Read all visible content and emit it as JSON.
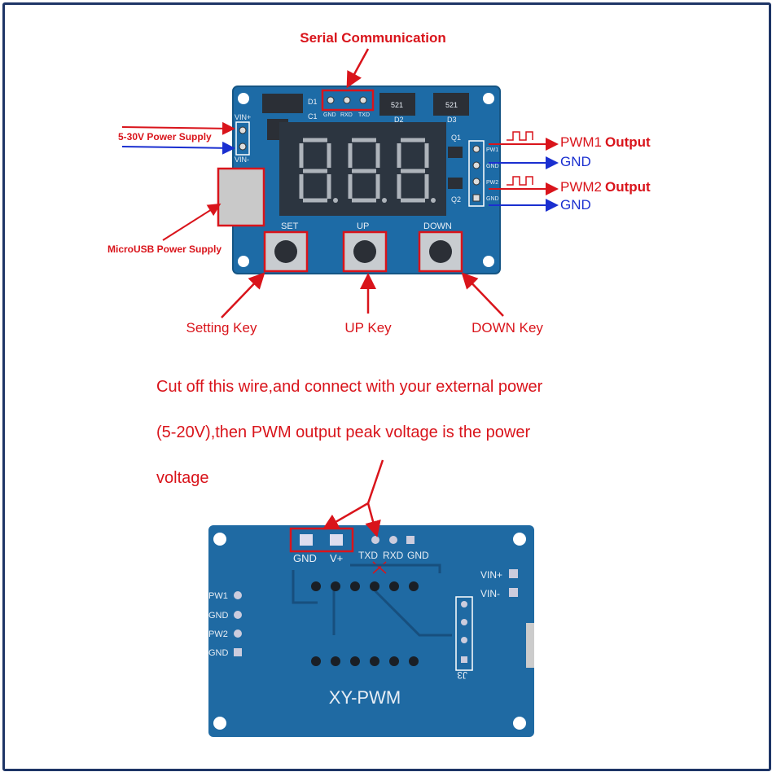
{
  "top_labels": {
    "serial": "Serial Communication",
    "power_supply": "5-30V Power Supply",
    "microusb": "MicroUSB Power Supply",
    "pwm1": "PWM1",
    "pwm2": "PWM2",
    "output": "Output",
    "gnd": "GND",
    "setting_key": "Setting Key",
    "up_key": "UP Key",
    "down_key": "DOWN Key"
  },
  "top_board_silk": {
    "serial_pins": [
      "GND",
      "RXD",
      "TXD"
    ],
    "vin_plus": "VIN+",
    "vin_minus": "VIN-",
    "d1": "D1",
    "d2": "D2",
    "d3": "D3",
    "q1": "Q1",
    "q2": "Q2",
    "c1": "C1",
    "diode_marking": "521",
    "pwm_pins": [
      "PW1",
      "GND",
      "PW2",
      "GND"
    ],
    "buttons": [
      "SET",
      "UP",
      "DOWN"
    ]
  },
  "note_lines": [
    "Cut off this wire,and connect with your external power",
    "(5-20V),then PWM output peak voltage is the power",
    "voltage"
  ],
  "bottom_board_silk": {
    "pads": [
      "GND",
      "V+"
    ],
    "serial_pins": [
      "TXD",
      "RXD",
      "GND"
    ],
    "vin_plus": "VIN+",
    "vin_minus": "VIN-",
    "pwm_pins": [
      "PW1",
      "GND",
      "PW2",
      "GND"
    ],
    "j3": "J3",
    "model": "XY-PWM"
  },
  "colors": {
    "annotation_red": "#d9141b",
    "annotation_blue": "#1a2fd0",
    "pcb": "#1d6ba6",
    "frame": "#1e3566"
  }
}
